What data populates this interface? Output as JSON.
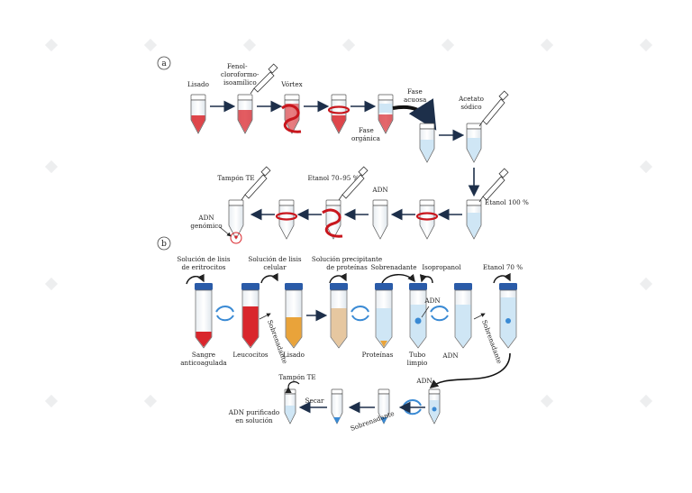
{
  "panel_a": {
    "badge": "a",
    "lisado": "Lisado",
    "fenol_line1": "Fenol-",
    "fenol_line2": "cloroformo-",
    "fenol_line3": "isoamílico",
    "vortex": "Vórtex",
    "fase_acuosa_1": "Fase",
    "fase_acuosa_2": "acuosa",
    "fase_organica_1": "Fase",
    "fase_organica_2": "orgánica",
    "acetato_1": "Acetato",
    "acetato_2": "sódico",
    "etanol_100": "Etanol 100 %",
    "adn": "ADN",
    "etanol_70_95": "Etanol 70–95 %",
    "tampon_te": "Tampón TE",
    "adn_genomico_1": "ADN",
    "adn_genomico_2": "genómico"
  },
  "panel_b": {
    "badge": "b",
    "sol_lisis_eritro_1": "Solución de lisis",
    "sol_lisis_eritro_2": "de eritrocitos",
    "sol_lisis_celular_1": "Solución de lisis",
    "sol_lisis_celular_2": "celular",
    "sol_precip_1": "Solución precipitante",
    "sol_precip_2": "de proteínas",
    "sobrenadante_top": "Sobrenadante",
    "isopropanol": "Isopropanol",
    "etanol_70": "Etanol 70 %",
    "adn_mid": "ADN",
    "sangre_1": "Sangre",
    "sangre_2": "anticoagulada",
    "leucocitos": "Leucocitos",
    "sobrenadante_rot1": "Sobrenadante",
    "lisado": "Lisado",
    "proteinas": "Proteínas",
    "tubo_1": "Tubo",
    "tubo_2": "limpio",
    "adn_bottom": "ADN",
    "sobrenadante_rot2": "Sobrenadante",
    "adn_lower": "ADN",
    "tampon_te": "Tampón TE",
    "secar": "Secar",
    "adn_purif_1": "ADN purificado",
    "adn_purif_2": "en solución",
    "sobrenadante_rot3": "Sobrenadante"
  },
  "colors": {
    "red": "#d9262c",
    "blue_cap": "#2a5ba8",
    "light_blue": "#cfe6f5",
    "orange": "#e9a33a",
    "tan": "#e6c7a0",
    "arrow": "#1d2f4a"
  }
}
